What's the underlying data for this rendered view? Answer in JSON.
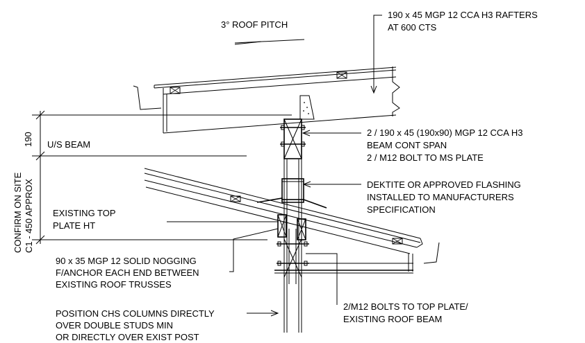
{
  "labels": {
    "roof_pitch": "3° ROOF PITCH",
    "rafters_1": "190 x 45 MGP 12 CCA H3 RAFTERS",
    "rafters_2": "AT 600 CTS",
    "beam_1": "2 / 190 x 45 (190x90)  MGP 12 CCA H3",
    "beam_2": "BEAM CONT SPAN",
    "beam_3": "2 / M12 BOLT TO MS PLATE",
    "us_beam": "U/S BEAM",
    "dim_190": "190",
    "flashing_1": "DEKTITE OR APPROVED FLASHING",
    "flashing_2": "INSTALLED TO MANUFACTURERS",
    "flashing_3": "SPECIFICATION",
    "top_plate_1": "EXISTING TOP",
    "top_plate_2": "PLATE HT",
    "confirm_1": "CONFIRM ON SITE",
    "confirm_2": "C1  - 450 APPROX",
    "nogging_1": "90 x 35 MGP 12 SOLID NOGGING",
    "nogging_2": "F/ANCHOR EACH END BETWEEN",
    "nogging_3": "EXISTING ROOF TRUSSES",
    "bolts_1": "2/M12 BOLTS TO TOP PLATE/",
    "bolts_2": "EXISTING ROOF BEAM",
    "chs_1": "POSITION CHS COLUMNS DIRECTLY",
    "chs_2": "OVER DOUBLE STUDS MIN",
    "chs_3": "OR DIRECTLY OVER EXIST POST"
  },
  "colors": {
    "ink": "#000000",
    "paper": "#ffffff"
  }
}
